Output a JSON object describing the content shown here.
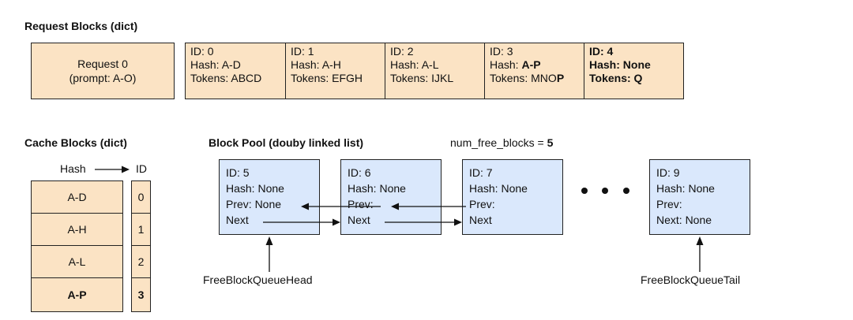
{
  "titles": {
    "request_blocks": "Request Blocks (dict)",
    "cache_blocks": "Cache Blocks (dict)",
    "block_pool": "Block Pool (douby linked list)"
  },
  "request": {
    "line1": "Request 0",
    "line2": "(prompt: A-O)"
  },
  "request_blocks": [
    {
      "id": "ID: 0",
      "hash_prefix": "Hash: ",
      "hash_value": "A-D",
      "tokens_prefix": "Tokens: ",
      "tokens_value": "ABCD"
    },
    {
      "id": "ID: 1",
      "hash_prefix": "Hash: ",
      "hash_value": "A-H",
      "tokens_prefix": "Tokens: ",
      "tokens_value": "EFGH"
    },
    {
      "id": "ID: 2",
      "hash_prefix": "Hash: ",
      "hash_value": "A-L",
      "tokens_prefix": "Tokens: ",
      "tokens_value": "IJKL"
    },
    {
      "id": "ID: 3",
      "hash_prefix": "Hash: ",
      "hash_value": "A-P",
      "tokens_prefix": "Tokens: ",
      "tokens_value": "MNO",
      "tokens_bold_suffix": "P"
    },
    {
      "id": "ID: 4",
      "hash": "Hash: None",
      "tokens": "Tokens: Q"
    }
  ],
  "cache": {
    "hash_header": "Hash",
    "id_header": "ID",
    "rows": [
      {
        "hash": "A-D",
        "id": "0"
      },
      {
        "hash": "A-H",
        "id": "1"
      },
      {
        "hash": "A-L",
        "id": "2"
      },
      {
        "hash": "A-P",
        "id": "3"
      }
    ]
  },
  "free_counter": {
    "label": "num_free_blocks = ",
    "value": "5"
  },
  "pool": [
    {
      "id": "ID: 5",
      "hash": "Hash: None",
      "prev": "Prev: None",
      "next": "Next"
    },
    {
      "id": "ID: 6",
      "hash": "Hash: None",
      "prev": "Prev:",
      "next": "Next"
    },
    {
      "id": "ID: 7",
      "hash": "Hash: None",
      "prev": "Prev:",
      "next": "Next"
    },
    {
      "id": "ID: 9",
      "hash": "Hash: None",
      "prev": "Prev:",
      "next": "Next: None"
    }
  ],
  "queue_labels": {
    "head": "FreeBlockQueueHead",
    "tail": "FreeBlockQueueTail"
  },
  "colors": {
    "request_fill": "#fbe3c4",
    "pool_fill": "#dae8fc",
    "stroke": "#222222"
  }
}
